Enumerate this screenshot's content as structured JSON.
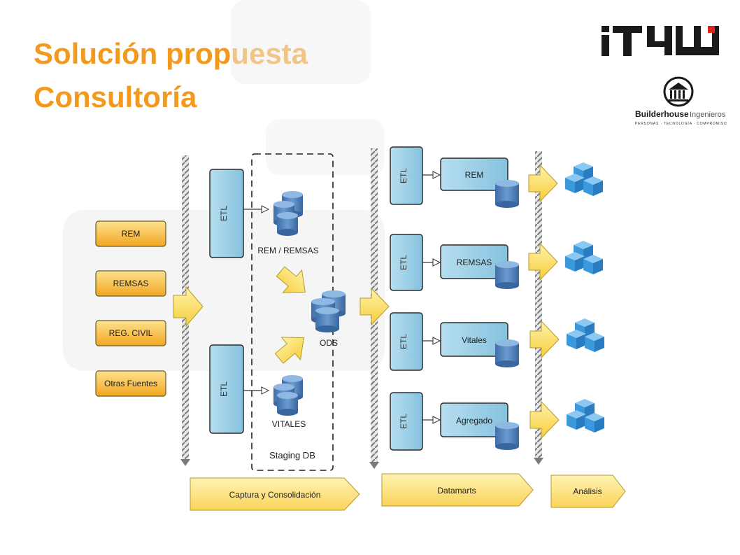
{
  "slide": {
    "title_line1": "Solución propuesta",
    "title_line2": "Consultoría"
  },
  "logos": {
    "itu_text": "iT4U",
    "builderhouse_name": "Builderhouse",
    "builderhouse_suffix": "Ingenieros",
    "builderhouse_tagline": "PERSONAS · TECNOLOGÍA · COMPROMISO"
  },
  "sources": [
    "REM",
    "REMSAS",
    "REG. CIVIL",
    "Otras Fuentes"
  ],
  "etl_label": "ETL",
  "staging": {
    "db_rem": "REM / REMSAS",
    "db_vitales": "VITALES",
    "db_ods": "ODS",
    "box_label": "Staging DB"
  },
  "datamarts": [
    "REM",
    "REMSAS",
    "Vitales",
    "Agregado"
  ],
  "phases": {
    "captura": "Captura y Consolidación",
    "datamarts": "Datamarts",
    "analisis": "Análisis"
  },
  "colors": {
    "title": "#f39a1e",
    "source_fill": "#f7b52c",
    "etl_fill": "#9fd0e6",
    "db_fill": "#4f7fb7",
    "arrow_fill": "#fbe06a",
    "cube_fill": "#3b98dc"
  }
}
